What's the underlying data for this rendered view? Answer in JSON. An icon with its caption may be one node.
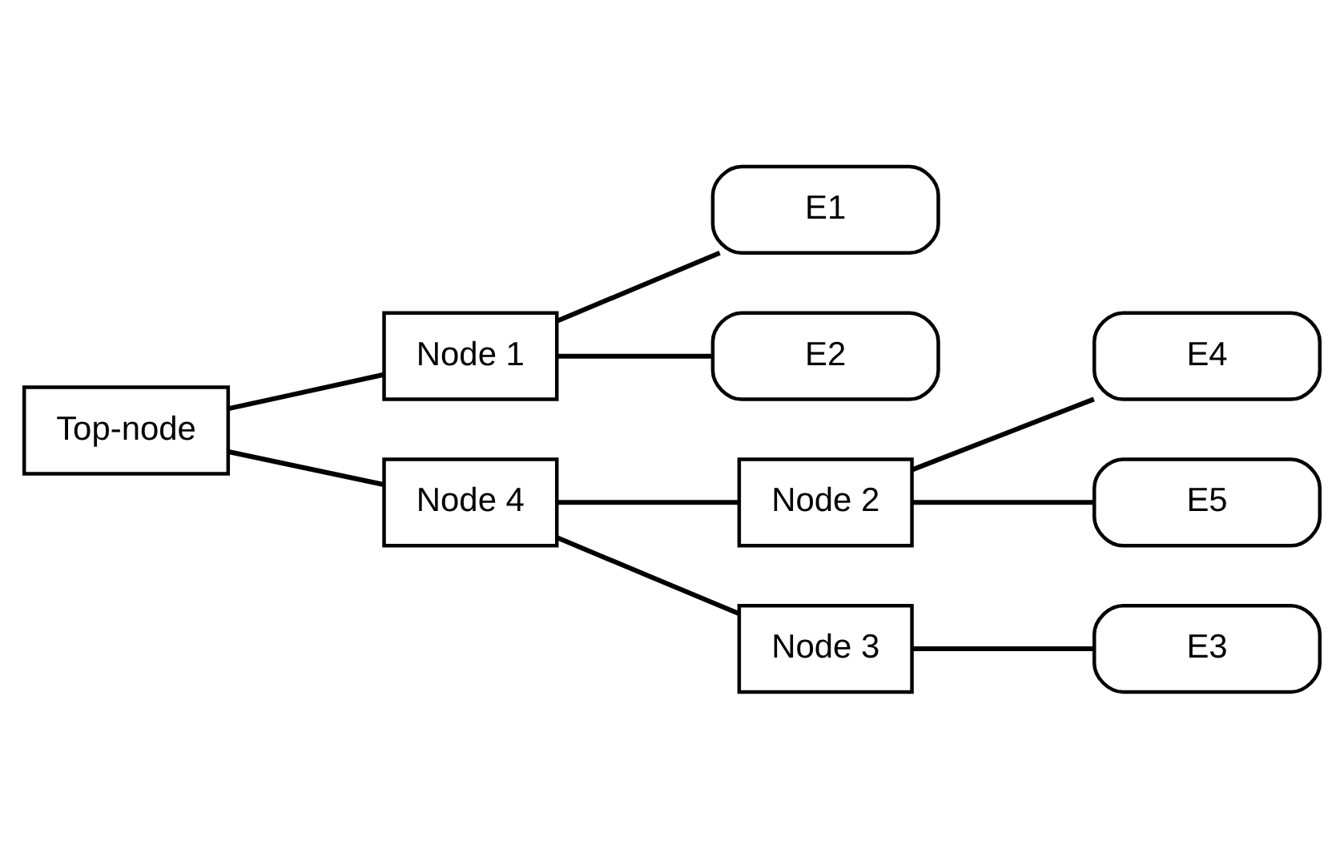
{
  "diagram": {
    "nodes": [
      {
        "text": [
          "Top-node"
        ]
      },
      {
        "text": [
          "Node 1"
        ]
      },
      {
        "text": [
          "Node 4"
        ]
      },
      {
        "text": [
          "Node 2"
        ]
      },
      {
        "text": [
          "Node 3"
        ]
      },
      {
        "text": [
          "E1"
        ]
      },
      {
        "text": [
          "E2"
        ]
      },
      {
        "text": [
          "E4"
        ]
      },
      {
        "text": [
          "E5"
        ]
      },
      {
        "text": [
          "E3"
        ]
      }
    ],
    "edges": [
      {
        "from": 0,
        "to": 1,
        "arrow": "none"
      },
      {
        "from": 0,
        "to": 2,
        "arrow": "none"
      },
      {
        "from": 1,
        "to": 5,
        "arrow": "none"
      },
      {
        "from": 1,
        "to": 6,
        "arrow": "none"
      },
      {
        "from": 2,
        "to": 3,
        "arrow": "none"
      },
      {
        "from": 2,
        "to": 4,
        "arrow": "none"
      },
      {
        "from": 3,
        "to": 7,
        "arrow": "none"
      },
      {
        "from": 3,
        "to": 8,
        "arrow": "none"
      },
      {
        "from": 4,
        "to": 9,
        "arrow": "none"
      }
    ]
  }
}
